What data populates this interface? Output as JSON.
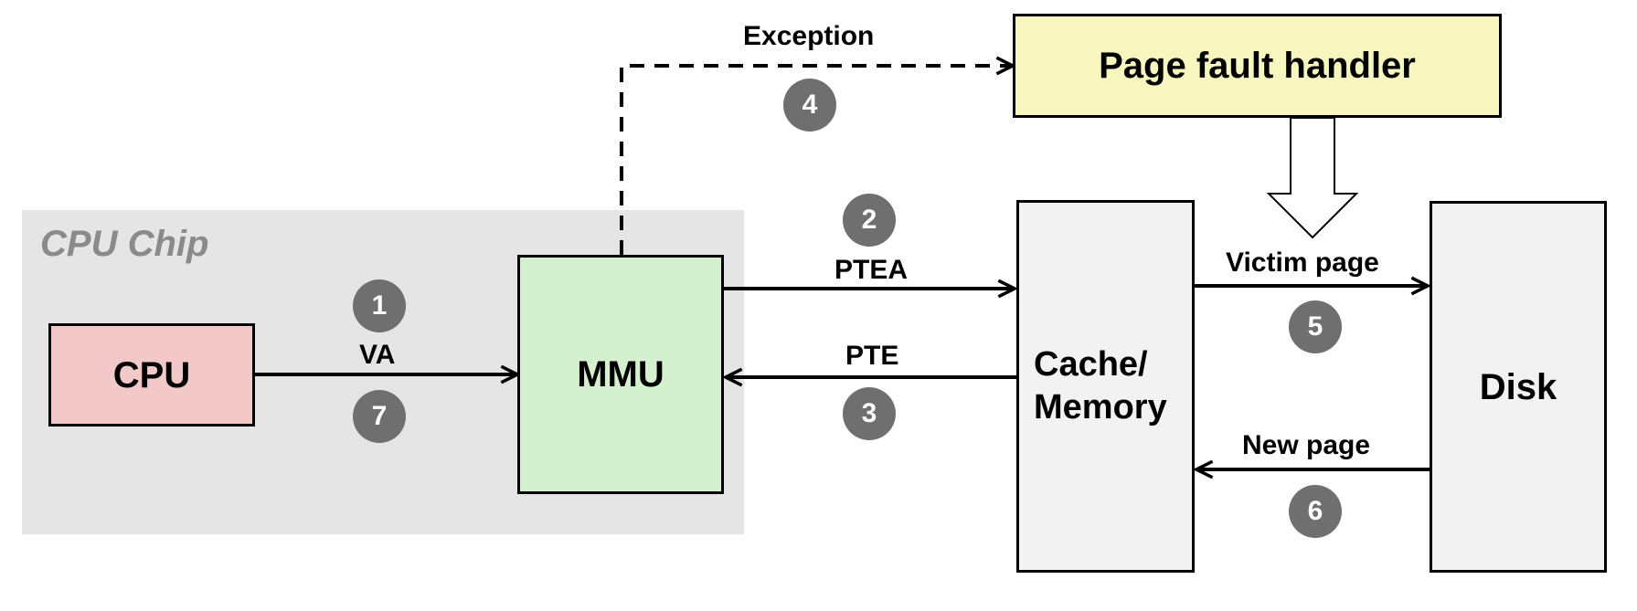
{
  "region": {
    "title": "CPU Chip"
  },
  "nodes": {
    "cpu": "CPU",
    "mmu": "MMU",
    "page_fault_handler": "Page fault handler",
    "cache_memory": "Cache/\nMemory",
    "disk": "Disk"
  },
  "edges": {
    "va": "VA",
    "ptea": "PTEA",
    "pte": "PTE",
    "exception": "Exception",
    "victim_page": "Victim page",
    "new_page": "New page"
  },
  "steps": [
    "1",
    "2",
    "3",
    "4",
    "5",
    "6",
    "7"
  ],
  "colors": {
    "cpu_fill": "#f2c8c8",
    "mmu_fill": "#d5f0cf",
    "handler_fill": "#f7f6be",
    "memory_fill": "#f2f2f2",
    "disk_fill": "#f2f2f2",
    "region_fill": "#e5e5e5",
    "step_fill": "#6f6f6f"
  }
}
